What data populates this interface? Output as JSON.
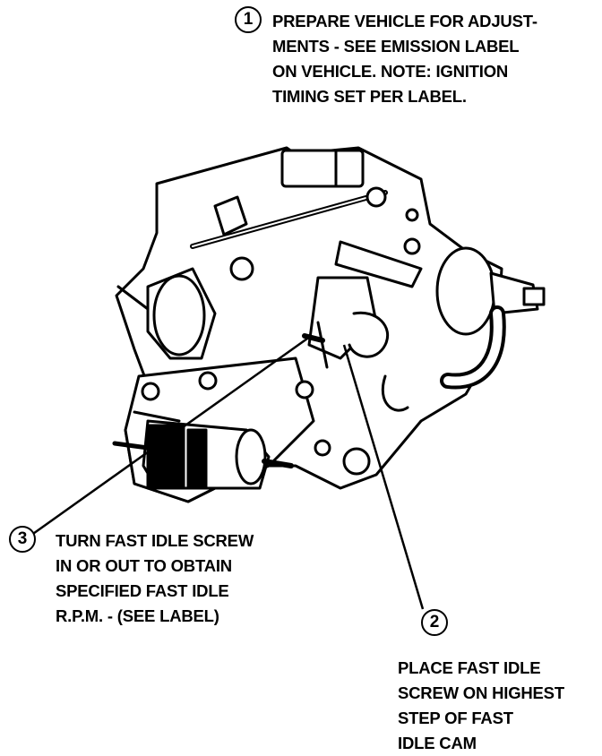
{
  "steps": [
    {
      "number": "1",
      "text": "PREPARE VEHICLE FOR ADJUST-\nMENTS - SEE EMISSION LABEL\nON VEHICLE. NOTE: IGNITION\nTIMING SET PER LABEL."
    },
    {
      "number": "2",
      "text": "PLACE FAST IDLE\nSCREW ON HIGHEST\nSTEP OF FAST\nIDLE CAM"
    },
    {
      "number": "3",
      "text": "TURN FAST IDLE SCREW\nIN OR OUT TO OBTAIN\nSPECIFIED FAST IDLE\nR.P.M. - (SEE LABEL)"
    }
  ]
}
